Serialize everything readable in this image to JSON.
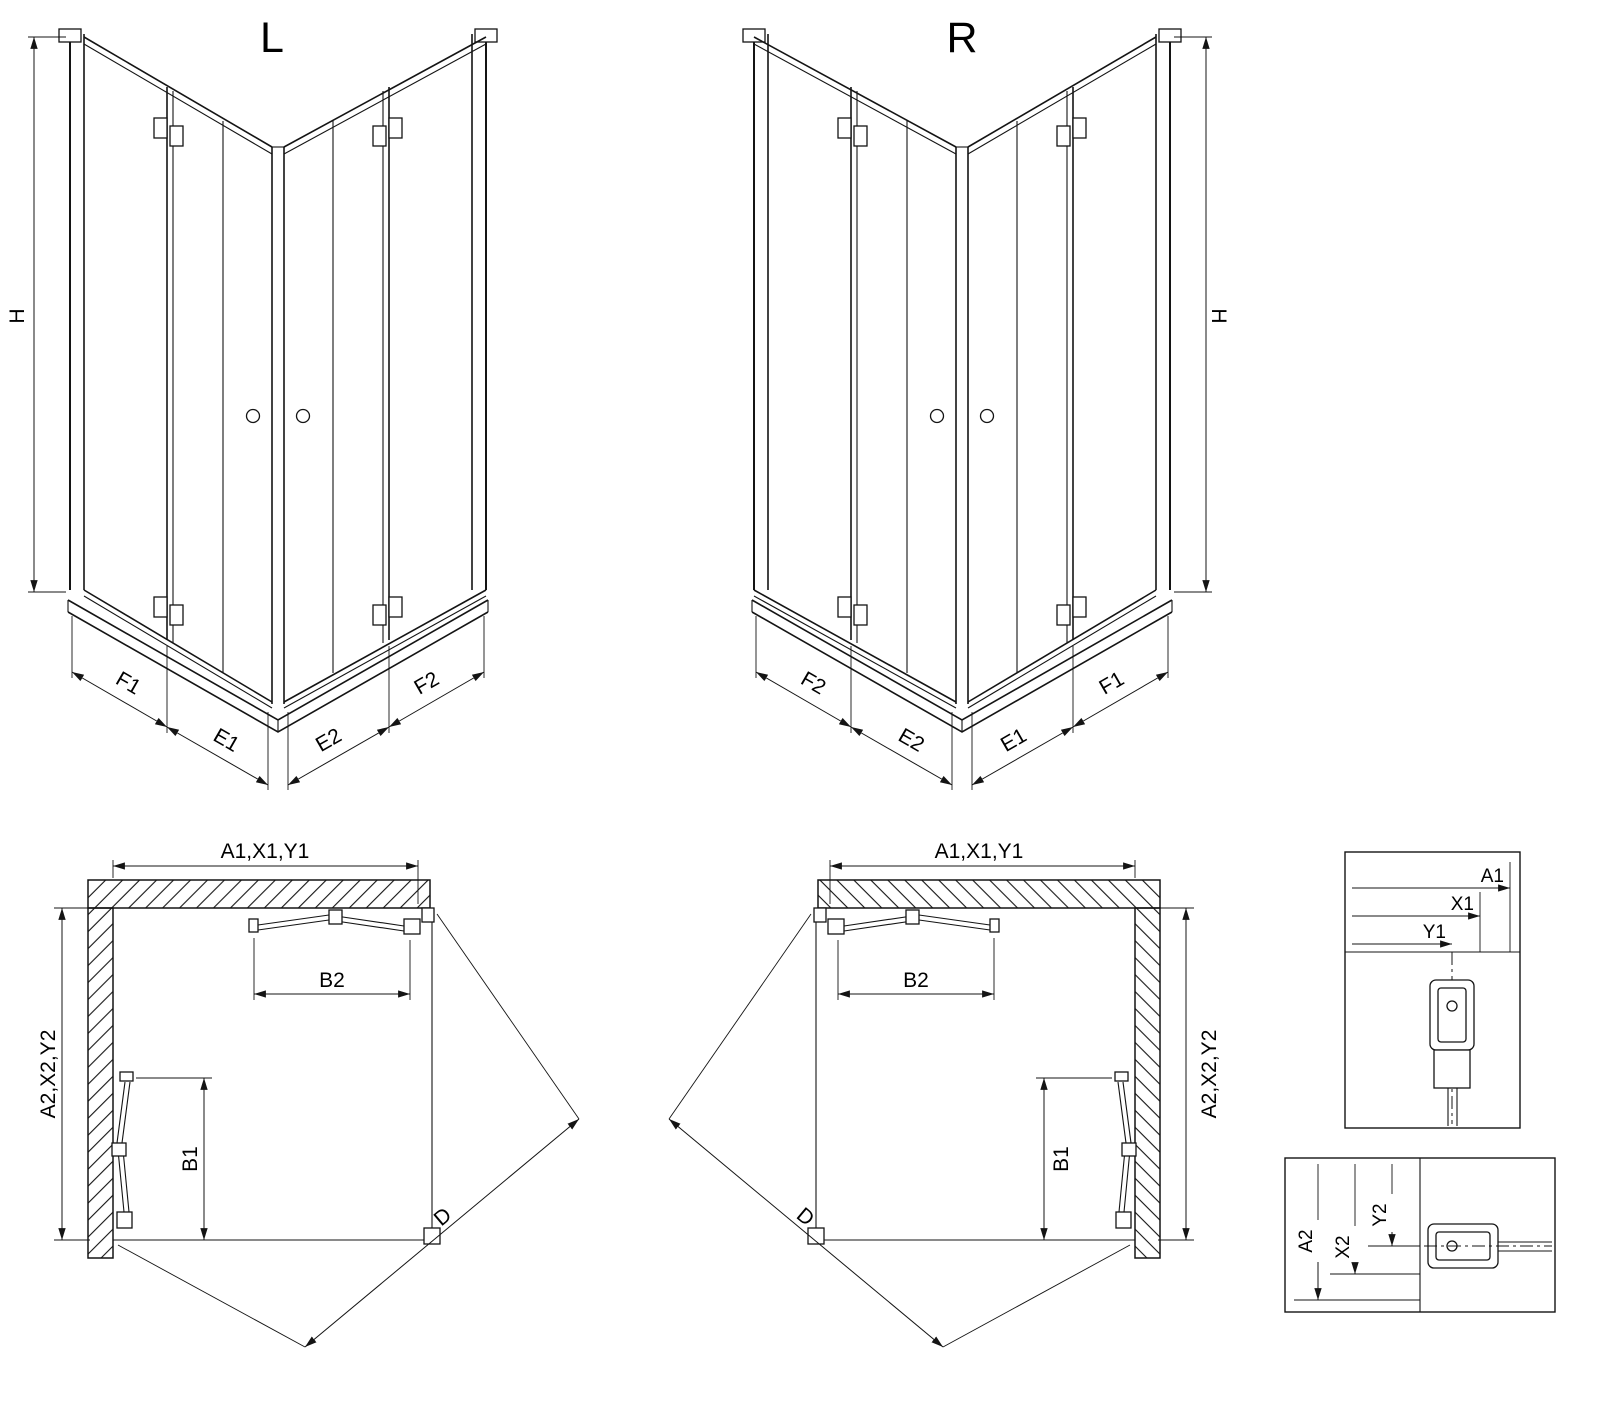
{
  "figure": {
    "iso_left": {
      "title": "L",
      "dim_h": "H",
      "dim_f1": "F1",
      "dim_e1": "E1",
      "dim_e2": "E2",
      "dim_f2": "F2"
    },
    "iso_right": {
      "title": "R",
      "dim_h": "H",
      "dim_f1": "F1",
      "dim_e1": "E1",
      "dim_e2": "E2",
      "dim_f2": "F2"
    },
    "plan_left": {
      "dim_width": "A1,X1,Y1",
      "dim_depth": "A2,X2,Y2",
      "dim_b1": "B1",
      "dim_b2": "B2",
      "dim_d": "D"
    },
    "plan_right": {
      "dim_width": "A1,X1,Y1",
      "dim_depth": "A2,X2,Y2",
      "dim_b1": "B1",
      "dim_b2": "B2",
      "dim_d": "D"
    },
    "detail_h": {
      "dim_a1": "A1",
      "dim_x1": "X1",
      "dim_y1": "Y1"
    },
    "detail_v": {
      "dim_a2": "A2",
      "dim_x2": "X2",
      "dim_y2": "Y2"
    }
  }
}
